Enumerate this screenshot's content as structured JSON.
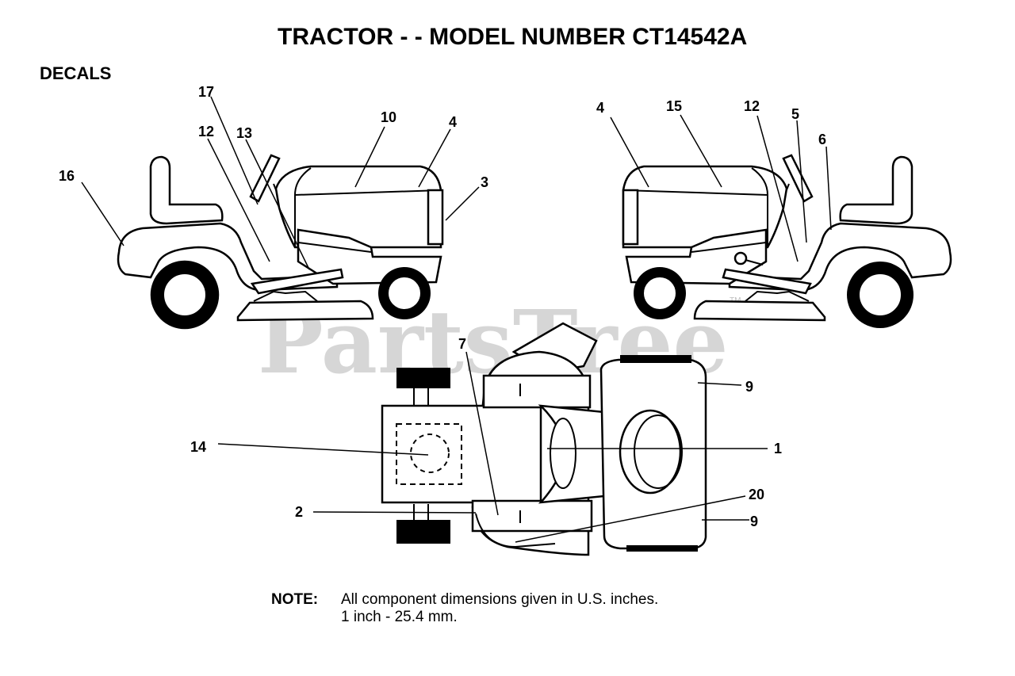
{
  "title": "TRACTOR - - MODEL NUMBER CT14542A",
  "section": "DECALS",
  "watermark": "PartsTree",
  "watermark_mark": "TM",
  "note": {
    "label": "NOTE:",
    "line1": "All component dimensions given in U.S. inches.",
    "line2": "1 inch - 25.4 mm."
  },
  "callouts": {
    "left_view": {
      "c16": "16",
      "c17": "17",
      "c12": "12",
      "c13": "13",
      "c10": "10",
      "c4": "4",
      "c3": "3"
    },
    "right_view": {
      "c4": "4",
      "c15": "15",
      "c12": "12",
      "c5": "5",
      "c6": "6"
    },
    "top_view": {
      "c7": "7",
      "c9a": "9",
      "c14": "14",
      "c1": "1",
      "c2": "2",
      "c20": "20",
      "c9b": "9"
    }
  }
}
